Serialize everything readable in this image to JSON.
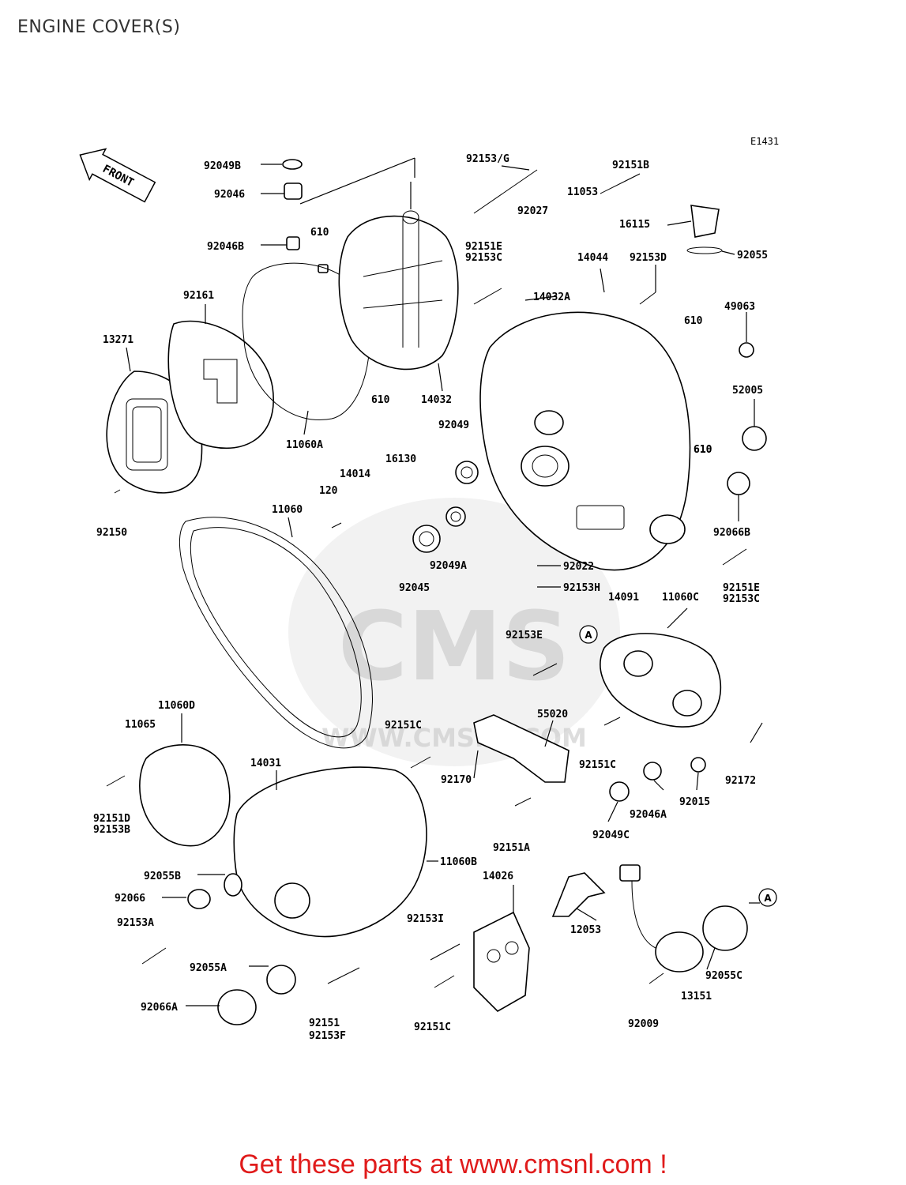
{
  "page": {
    "title": "ENGINE COVER(S)",
    "diagram_code": "E1431",
    "front_label": "FRONT",
    "footer": "Get these parts at www.cmsnl.com !",
    "watermark_text": "CMS",
    "watermark_url": "WWW.CMSNL.COM"
  },
  "callout_letter": "A",
  "parts": [
    "92049B",
    "92046",
    "92046B",
    "610",
    "92161",
    "13271",
    "92150",
    "11060A",
    "92153/G",
    "92151B",
    "11053",
    "92027",
    "16115",
    "92055",
    "92151E",
    "92153C",
    "14044",
    "92153D",
    "14032A",
    "14032",
    "610",
    "610",
    "49063",
    "610",
    "16130",
    "92049",
    "14014",
    "120",
    "11060",
    "52005",
    "610",
    "92066B",
    "92045",
    "92049A",
    "92022",
    "92153H",
    "92151E",
    "92153C",
    "11060C",
    "14091",
    "92153E",
    "11060D",
    "11065",
    "92151D",
    "92153B",
    "14031",
    "92151C",
    "55020",
    "92170",
    "92151C",
    "92172",
    "92015",
    "92046A",
    "92049C",
    "92151A",
    "11060B",
    "92055B",
    "92066",
    "92153A",
    "14026",
    "92153I",
    "12053",
    "92055A",
    "92066A",
    "92151",
    "92153F",
    "92151C",
    "92009",
    "13151",
    "92055C"
  ]
}
